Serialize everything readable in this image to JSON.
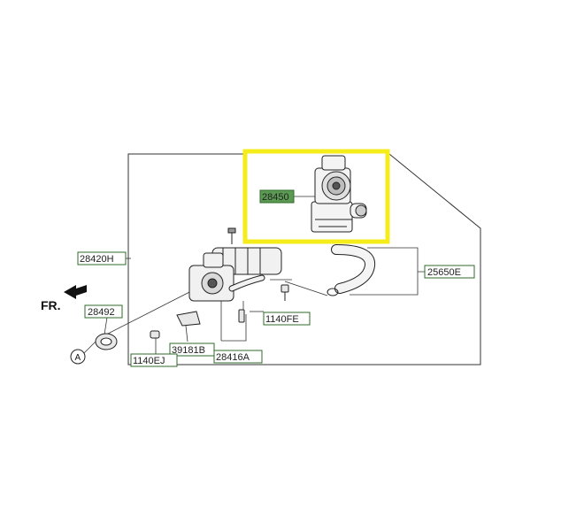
{
  "direction_label": "FR.",
  "callout_label": "A",
  "parts": {
    "p28450": "28450",
    "p28420H": "28420H",
    "p25650E": "25650E",
    "p28492": "28492",
    "p1140FE": "1140FE",
    "p39181B": "39181B",
    "p1140EJ": "1140EJ",
    "p28416A": "28416A"
  },
  "colors": {
    "highlight": "#f5ec1b",
    "label_fill": "#5a9a52",
    "label_border": "#2f6b2a"
  }
}
